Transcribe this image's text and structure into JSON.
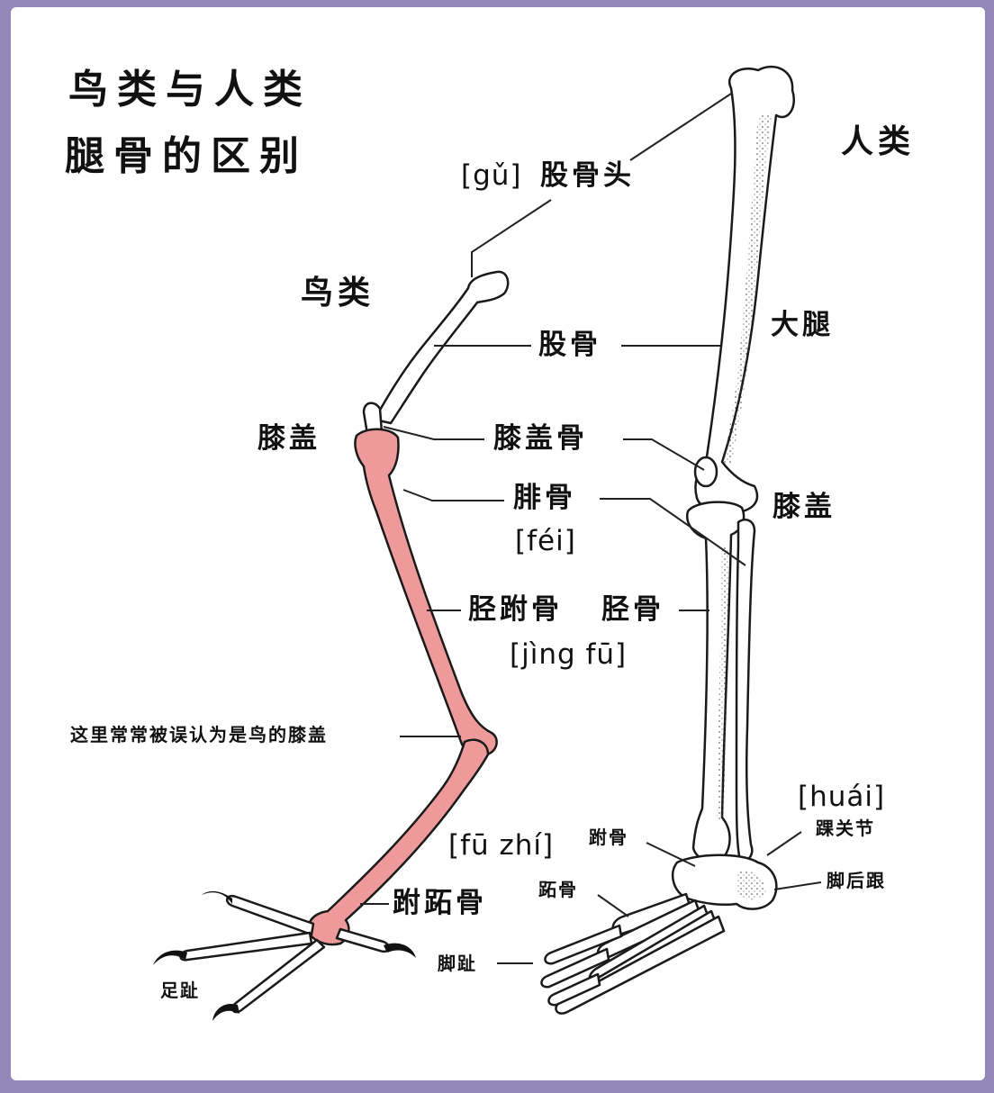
{
  "title_line1": "鸟类与人类",
  "title_line2": "腿骨的区别",
  "label_human": "人类",
  "label_bird": "鸟类",
  "labels": {
    "femoral_head": "股骨头",
    "femoral_head_pinyin": "[gǔ]",
    "femur": "股骨",
    "thigh": "大腿",
    "bird_knee": "膝盖",
    "patella": "膝盖骨",
    "human_knee": "膝盖",
    "fibula": "腓骨",
    "fibula_pinyin": "[féi]",
    "tibiotarsus": "胫跗骨",
    "tibia": "胫骨",
    "tibiotarsus_pinyin": "[jìng fū]",
    "mistaken_knee": "这里常常被误认为是鸟的膝盖",
    "ankle_pinyin": "[huái]",
    "ankle": "踝关节",
    "tarsal": "跗骨",
    "tarsometatarsus_pinyin": "[fū zhí]",
    "metatarsal": "跖骨",
    "heel": "脚后跟",
    "tarsometatarsus": "跗跖骨",
    "human_toes": "脚趾",
    "bird_toes": "足趾"
  },
  "colors": {
    "background": "#9386b8",
    "bird_lower_leg": "#ee9a9a",
    "bone_outline": "#1a1a1a",
    "bone_fill": "#ffffff"
  }
}
